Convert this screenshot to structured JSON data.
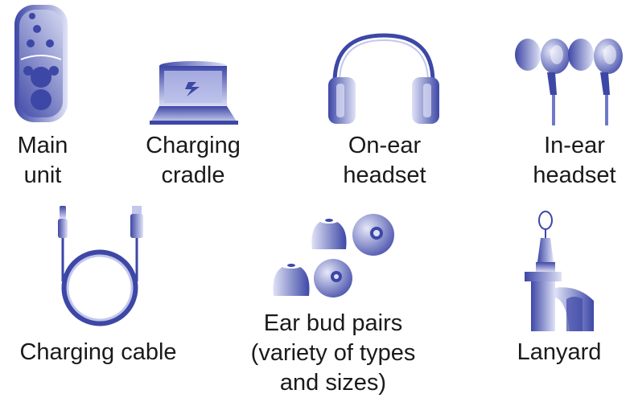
{
  "colors": {
    "dark": "#3d47a6",
    "mid": "#6f79c8",
    "light": "#c3c7ec",
    "pale": "#eef0fb"
  },
  "items": [
    {
      "label_lines": [
        "Main",
        "unit"
      ],
      "icon": "main-unit-icon"
    },
    {
      "label_lines": [
        "Charging",
        "cradle"
      ],
      "icon": "charging-cradle-icon"
    },
    {
      "label_lines": [
        "On-ear",
        "headset"
      ],
      "icon": "on-ear-headset-icon"
    },
    {
      "label_lines": [
        "In-ear",
        "headset"
      ],
      "icon": "in-ear-headset-icon"
    },
    {
      "label_lines": [
        "Charging cable"
      ],
      "icon": "charging-cable-icon"
    },
    {
      "label_lines": [
        "Ear bud pairs",
        "(variety of types",
        "and sizes)"
      ],
      "icon": "ear-bud-pairs-icon"
    },
    {
      "label_lines": [
        "Lanyard"
      ],
      "icon": "lanyard-icon"
    }
  ]
}
